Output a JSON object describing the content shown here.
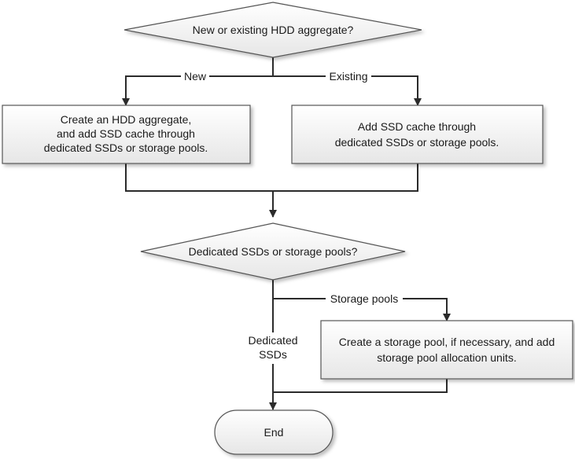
{
  "nodes": {
    "decision_hdd": {
      "text": "New or existing HDD aggregate?"
    },
    "process_create": {
      "lines": [
        "Create an HDD aggregate,",
        "and add SSD cache through",
        "dedicated SSDs or storage pools."
      ]
    },
    "process_add": {
      "lines": [
        "Add SSD cache through",
        "dedicated SSDs or storage pools."
      ]
    },
    "decision_ssd": {
      "text": "Dedicated SSDs or storage pools?"
    },
    "process_pool": {
      "lines": [
        "Create a storage pool, if necessary, and add",
        "storage pool allocation units."
      ]
    },
    "end": {
      "text": "End"
    }
  },
  "edges": {
    "new": {
      "label": "New"
    },
    "existing": {
      "label": "Existing"
    },
    "storage_pools": {
      "label": "Storage pools"
    },
    "dedicated": {
      "lines": [
        "Dedicated",
        "SSDs"
      ]
    }
  },
  "colors": {
    "shape_fill_top": "#ffffff",
    "shape_fill_bottom": "#e6e6e6",
    "stroke": "#555555",
    "line": "#2b2b2b",
    "text": "#1a1a1a"
  }
}
